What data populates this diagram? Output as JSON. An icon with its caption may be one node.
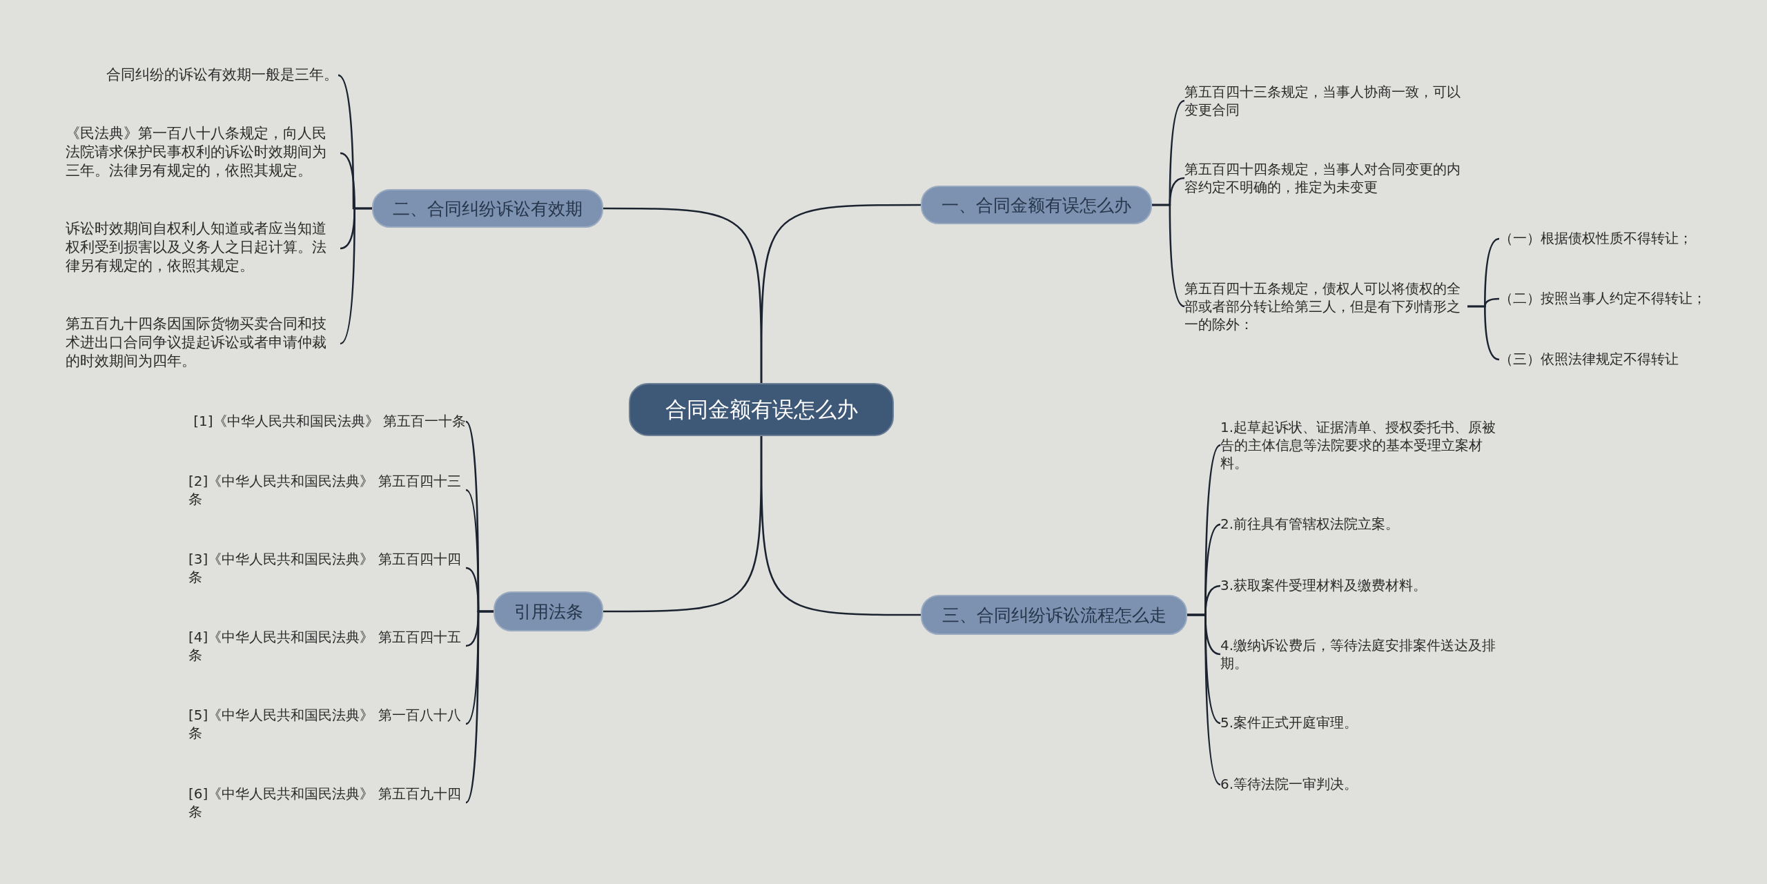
{
  "diagram": {
    "nodes": [
      {
        "text": [
          "合同金额有误怎么办"
        ]
      },
      {
        "text": [
          "一、合同金额有误怎么办"
        ]
      },
      {
        "text": [
          "第五百四十三条规定，当事人协商一致，可以变更合同"
        ]
      },
      {
        "text": [
          "第五百四十四条规定，当事人对合同变更的内容约定不明确的，推定为未变更"
        ]
      },
      {
        "text": [
          "第五百四十五条规定，债权人可以将债权的全部或者部分转让给第三人，但是有下列情形之一的除外："
        ]
      },
      {
        "text": [
          "（一）根据债权性质不得转让；"
        ]
      },
      {
        "text": [
          "（二）按照当事人约定不得转让；"
        ]
      },
      {
        "text": [
          "（三）依照法律规定不得转让"
        ]
      },
      {
        "text": [
          "二、合同纠纷诉讼有效期"
        ]
      },
      {
        "text": [
          "合同纠纷的诉讼有效期一般是三年。"
        ]
      },
      {
        "text": [
          "《民法典》第一百八十八条规定，向人民法院请求保护民事权利的诉讼时效期间为三年。法律另有规定的，依照其规定。"
        ]
      },
      {
        "text": [
          "诉讼时效期间自权利人知道或者应当知道权利受到损害以及义务人之日起计算。法律另有规定的，依照其规定。"
        ]
      },
      {
        "text": [
          "第五百九十四条因国际货物买卖合同和技术进出口合同争议提起诉讼或者申请仲裁的时效期间为四年。"
        ]
      },
      {
        "text": [
          "引用法条"
        ]
      },
      {
        "text": [
          "[1]《中华人民共和国民法典》 第五百一十条"
        ]
      },
      {
        "text": [
          "[2]《中华人民共和国民法典》 第五百四十三条"
        ]
      },
      {
        "text": [
          "[3]《中华人民共和国民法典》 第五百四十四条"
        ]
      },
      {
        "text": [
          "[4]《中华人民共和国民法典》 第五百四十五条"
        ]
      },
      {
        "text": [
          "[5]《中华人民共和国民法典》 第一百八十八条"
        ]
      },
      {
        "text": [
          "[6]《中华人民共和国民法典》 第五百九十四条"
        ]
      },
      {
        "text": [
          "三、合同纠纷诉讼流程怎么走"
        ]
      },
      {
        "text": [
          "1.起草起诉状、证据清单、授权委托书、原被告的主体信息等法院要求的基本受理立案材料。"
        ]
      },
      {
        "text": [
          "2.前往具有管辖权法院立案。"
        ]
      },
      {
        "text": [
          "3.获取案件受理材料及缴费材料。"
        ]
      },
      {
        "text": [
          "4.缴纳诉讼费后，等待法庭安排案件送达及排期。"
        ]
      },
      {
        "text": [
          "5.案件正式开庭审理。"
        ]
      },
      {
        "text": [
          "6.等待法院一审判决。"
        ]
      }
    ],
    "edges": [
      {
        "from": 0,
        "to": 1,
        "arrow": "none"
      },
      {
        "from": 1,
        "to": 2,
        "arrow": "none"
      },
      {
        "from": 1,
        "to": 3,
        "arrow": "none"
      },
      {
        "from": 1,
        "to": 4,
        "arrow": "none"
      },
      {
        "from": 4,
        "to": 5,
        "arrow": "none"
      },
      {
        "from": 4,
        "to": 6,
        "arrow": "none"
      },
      {
        "from": 4,
        "to": 7,
        "arrow": "none"
      },
      {
        "from": 0,
        "to": 8,
        "arrow": "none"
      },
      {
        "from": 8,
        "to": 9,
        "arrow": "none"
      },
      {
        "from": 8,
        "to": 10,
        "arrow": "none"
      },
      {
        "from": 8,
        "to": 11,
        "arrow": "none"
      },
      {
        "from": 8,
        "to": 12,
        "arrow": "none"
      },
      {
        "from": 0,
        "to": 13,
        "arrow": "none"
      },
      {
        "from": 13,
        "to": 14,
        "arrow": "none"
      },
      {
        "from": 13,
        "to": 15,
        "arrow": "none"
      },
      {
        "from": 13,
        "to": 16,
        "arrow": "none"
      },
      {
        "from": 13,
        "to": 17,
        "arrow": "none"
      },
      {
        "from": 13,
        "to": 18,
        "arrow": "none"
      },
      {
        "from": 13,
        "to": 19,
        "arrow": "none"
      },
      {
        "from": 0,
        "to": 20,
        "arrow": "none"
      },
      {
        "from": 20,
        "to": 21,
        "arrow": "none"
      },
      {
        "from": 20,
        "to": 22,
        "arrow": "none"
      },
      {
        "from": 20,
        "to": 23,
        "arrow": "none"
      },
      {
        "from": 20,
        "to": 24,
        "arrow": "none"
      },
      {
        "from": 20,
        "to": 25,
        "arrow": "none"
      },
      {
        "from": 20,
        "to": 26,
        "arrow": "none"
      }
    ]
  }
}
